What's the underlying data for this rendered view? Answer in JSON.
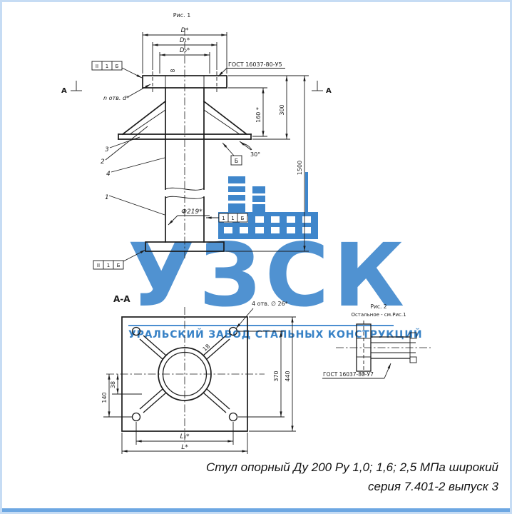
{
  "colors": {
    "watermark_blue": "#4289ce",
    "subtitle_blue": "#2e7cc4",
    "border_blue": "#c6dcf4",
    "bottom_bar_blue": "#6da7e2",
    "line_color": "#1b1b1b"
  },
  "watermark": {
    "brand": "УЗСК",
    "subtitle": "УРАЛЬСКИЙ ЗАВОД СТАЛЬНЫХ КОНСТРУКЦИЙ"
  },
  "caption": {
    "line1": "Стул опорный Ду 200 Ру 1,0; 1,6; 2,5 МПа широкий",
    "line2": "серия 7.401-2 выпуск 3"
  },
  "fig1": {
    "title": "Рис. 1",
    "gost_top": "ГОСТ 16037-80-У5",
    "section_letter": "А",
    "view_letter": "Б",
    "dims": {
      "d": "D*",
      "d1": "D₁*",
      "d2": "D₂*",
      "t8": "8",
      "holes": "n отв. d*",
      "h160": "160 *",
      "h300": "300",
      "ang30": "30°",
      "h1500": "1500",
      "pipe_dia": "Ф219*"
    },
    "callouts": {
      "c1": "1",
      "c2": "2",
      "c3": "3",
      "c4": "4"
    },
    "weld_top": {
      "s1": "II",
      "s2": "1",
      "s3": "Б"
    },
    "weld_mid": {
      "s1": "1",
      "s2": "1",
      "s3": "Б"
    },
    "weld_bottom": {
      "s1": "II",
      "s2": "1",
      "s3": "Б"
    }
  },
  "sectionAA": {
    "title": "А-А",
    "holes_note": "4 отв. ∅ 26*",
    "dims": {
      "w18": "18",
      "w38": "38",
      "w140": "140",
      "w370": "370",
      "w440": "440",
      "l1": "L₁*",
      "l": "L*"
    }
  },
  "fig2": {
    "title": "Рис. 2",
    "note": "Остальное - см.Рис.1",
    "gost": "ГОСТ 16037-80-У7"
  }
}
